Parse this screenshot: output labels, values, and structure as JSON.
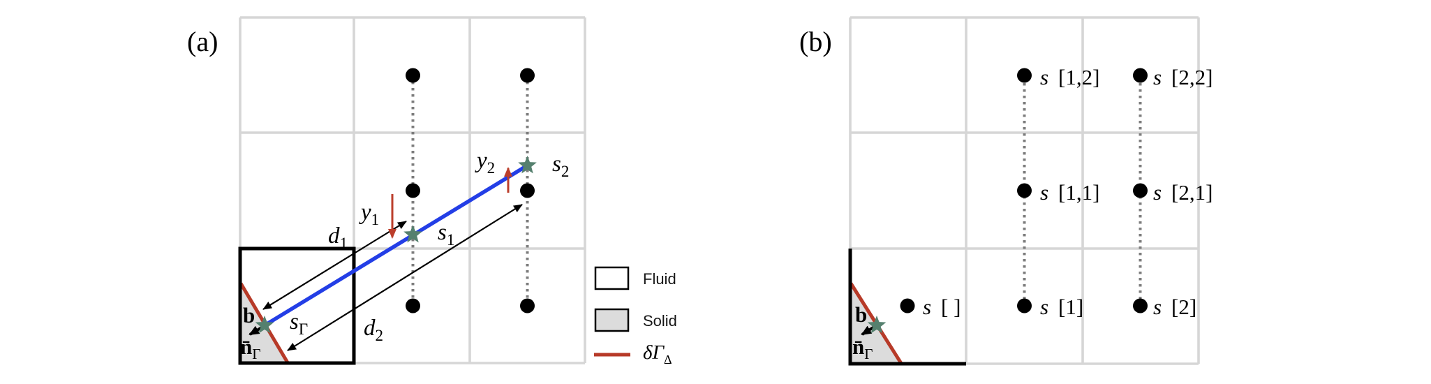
{
  "figure": {
    "colors": {
      "probe_line_blue": "#233ee6",
      "interface_red": "#b73a28",
      "arrow_red": "#bb3e2b",
      "sample_star_teal": "#55806e",
      "sample_text_teal": "#4a7d68",
      "solid_gray": "#dcdcdc",
      "grid_gray": "#d6d6d6",
      "dotted_gray": "#7c7c7c",
      "black": "#000000"
    },
    "panel_a": {
      "tag": "(a)",
      "labels": {
        "d1": {
          "base": "d",
          "sub": "1"
        },
        "d2": {
          "base": "d",
          "sub": "2"
        },
        "y1": {
          "base": "y",
          "sub": "1"
        },
        "y2": {
          "base": "y",
          "sub": "2"
        },
        "s1": {
          "base": "s",
          "sub": "1"
        },
        "s2": {
          "base": "s",
          "sub": "2"
        },
        "s_gamma": {
          "base": "s",
          "sub": "Γ"
        },
        "b": "b",
        "n_gamma": {
          "base": "n̄",
          "sub": "Γ"
        }
      },
      "legend": {
        "fluid": "Fluid",
        "solid": "Solid",
        "interface": {
          "base": "δΓ",
          "sub": "Δ"
        }
      }
    },
    "panel_b": {
      "tag": "(b)",
      "labels": {
        "b": "b",
        "n_gamma": {
          "base": "n̄",
          "sub": "Γ"
        }
      },
      "samples": {
        "s_empty": {
          "s": "s",
          "idx": "[ ]"
        },
        "s_1": {
          "s": "s",
          "idx": "[1]"
        },
        "s_2": {
          "s": "s",
          "idx": "[2]"
        },
        "s_11": {
          "s": "s",
          "idx": "[1,1]"
        },
        "s_21": {
          "s": "s",
          "idx": "[2,1]"
        },
        "s_12": {
          "s": "s",
          "idx": "[1,2]"
        },
        "s_22": {
          "s": "s",
          "idx": "[2,2]"
        }
      }
    }
  }
}
